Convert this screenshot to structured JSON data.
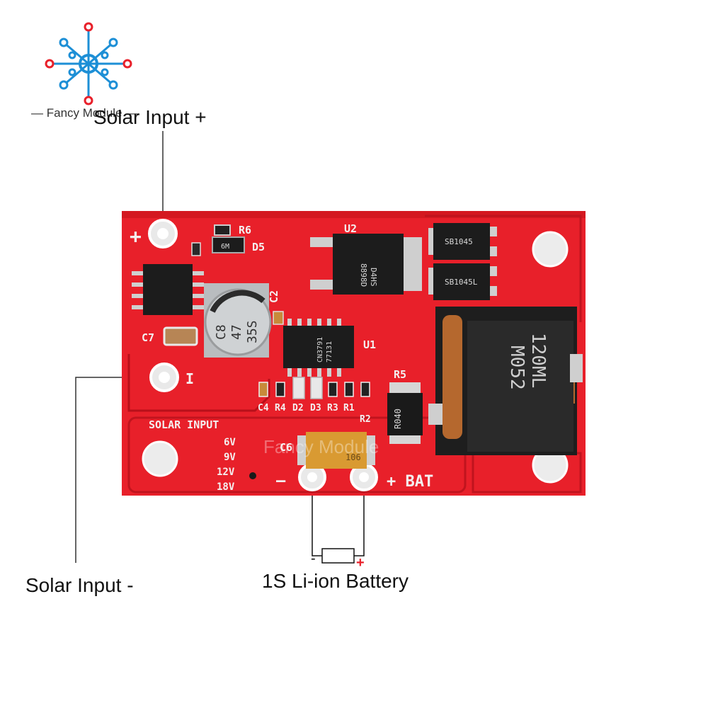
{
  "brand": {
    "name": "Fancy Module",
    "watermark": "Fancy Module"
  },
  "callouts": {
    "solar_pos": "Solar Input +",
    "solar_neg": "Solar Input -",
    "battery": "1S Li-ion Battery"
  },
  "battery_symbol": {
    "minus": "-",
    "plus": "+"
  },
  "board": {
    "pad_plus": "+",
    "pad_minus": "I",
    "section_label": "SOLAR INPUT",
    "voltages": [
      "6V",
      "9V",
      "12V",
      "18V"
    ],
    "bat_minus": "—",
    "bat_label": "+ BAT",
    "designators": {
      "r6": "R6",
      "d5": "D5",
      "u2": "U2",
      "c2": "C2",
      "c7": "C7",
      "u1": "U1",
      "r5": "R5",
      "c6": "C6",
      "c4": "C4",
      "r4": "R4",
      "d2": "D2",
      "d3": "D3",
      "r3": "R3",
      "r1": "R1",
      "r2": "R2"
    },
    "markings": {
      "d5_chip": "6M",
      "cap_c8": "C8",
      "cap_47": "47",
      "cap_35s": "35S",
      "u1_line1": "CN3791",
      "u1_line2": "77131",
      "u2_chip": "D4HS",
      "u2_chip2": "8898D",
      "diode1": "SB1045",
      "diode2": "SB1045L",
      "inductor_line1": "120ML",
      "inductor_line2": "M052",
      "r5_chip": "R040",
      "c6_chip": "106"
    }
  },
  "colors": {
    "pcb": "#e8202a",
    "silk": "#f4f0f0",
    "logo_red": "#e8202a",
    "logo_blue": "#1d8fd6",
    "battery_plus": "#e8202a"
  }
}
